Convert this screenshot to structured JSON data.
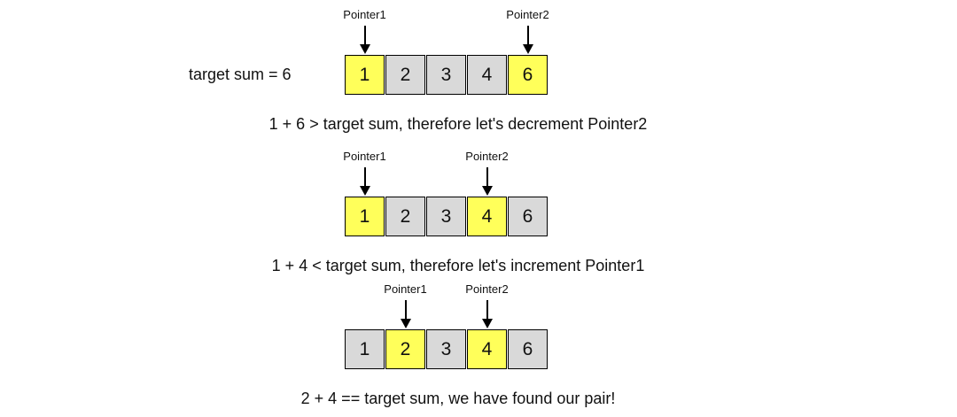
{
  "target_label": "target sum = 6",
  "colors": {
    "active": "#ffff5a",
    "inactive": "#d9d9d9"
  },
  "steps": [
    {
      "pointers": [
        {
          "label": "Pointer1",
          "index": 0
        },
        {
          "label": "Pointer2",
          "index": 4
        }
      ],
      "cells": [
        {
          "value": "1",
          "active": true
        },
        {
          "value": "2",
          "active": false
        },
        {
          "value": "3",
          "active": false
        },
        {
          "value": "4",
          "active": false
        },
        {
          "value": "6",
          "active": true
        }
      ],
      "caption": "1 + 6 > target sum, therefore let's decrement Pointer2"
    },
    {
      "pointers": [
        {
          "label": "Pointer1",
          "index": 0
        },
        {
          "label": "Pointer2",
          "index": 3
        }
      ],
      "cells": [
        {
          "value": "1",
          "active": true
        },
        {
          "value": "2",
          "active": false
        },
        {
          "value": "3",
          "active": false
        },
        {
          "value": "4",
          "active": true
        },
        {
          "value": "6",
          "active": false
        }
      ],
      "caption": "1 + 4 < target sum, therefore let's increment Pointer1"
    },
    {
      "pointers": [
        {
          "label": "Pointer1",
          "index": 1
        },
        {
          "label": "Pointer2",
          "index": 3
        }
      ],
      "cells": [
        {
          "value": "1",
          "active": false
        },
        {
          "value": "2",
          "active": true
        },
        {
          "value": "3",
          "active": false
        },
        {
          "value": "4",
          "active": true
        },
        {
          "value": "6",
          "active": false
        }
      ],
      "caption": "2 + 4 == target sum, we have found our pair!"
    }
  ]
}
